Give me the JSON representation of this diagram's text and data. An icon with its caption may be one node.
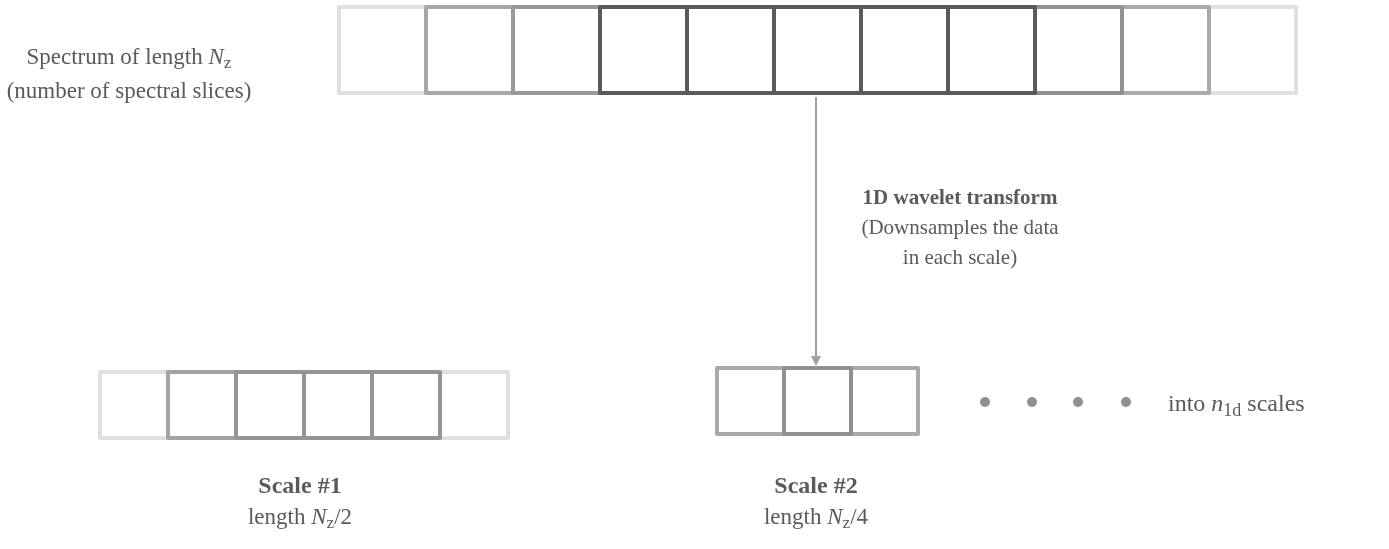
{
  "diagram": {
    "nodes": [
      {
        "text": [],
        "shape": "bar",
        "beside": [
          "Spectrum of length *N*$_{z}$ (number of spectral slices)"
        ]
      },
      {
        "text": [],
        "shape": "box",
        "in": 0
      },
      {
        "text": [],
        "shape": "box",
        "in": 0
      },
      {
        "text": [],
        "shape": "box",
        "in": 0
      },
      {
        "text": [],
        "shape": "box",
        "in": 0
      },
      {
        "text": [],
        "shape": "box",
        "in": 0
      },
      {
        "text": [],
        "shape": "box",
        "in": 0
      },
      {
        "text": [],
        "shape": "box",
        "in": 0
      },
      {
        "text": [],
        "shape": "box",
        "in": 0
      },
      {
        "text": [],
        "shape": "box",
        "in": 0
      },
      {
        "text": [],
        "shape": "box",
        "in": 0
      },
      {
        "text": [],
        "shape": "box",
        "in": 0
      },
      {
        "text": [],
        "shape": "bar",
        "beside": [
          "Scale #1",
          "length *N*$_{z}$/2"
        ]
      },
      {
        "text": [],
        "shape": "box",
        "in": 12
      },
      {
        "text": [],
        "shape": "box",
        "in": 12
      },
      {
        "text": [],
        "shape": "box",
        "in": 12
      },
      {
        "text": [],
        "shape": "box",
        "in": 12
      },
      {
        "text": [],
        "shape": "box",
        "in": 12
      },
      {
        "text": [],
        "shape": "box",
        "in": 12
      },
      {
        "text": [],
        "shape": "bar",
        "beside": [
          "Scale #2",
          "length *N*$_{z}$/4"
        ]
      },
      {
        "text": [],
        "shape": "box",
        "in": 19
      },
      {
        "text": [],
        "shape": "box",
        "in": 19
      },
      {
        "text": [],
        "shape": "box",
        "in": 19
      }
    ],
    "edges": [
      {
        "from": 0,
        "to": 19,
        "arrow": "to",
        "label": "**1D wavelet transform** (Downsamples the data in each scale)"
      }
    ],
    "labels": [
      "into *n*$_{1d}$ scales"
    ]
  }
}
